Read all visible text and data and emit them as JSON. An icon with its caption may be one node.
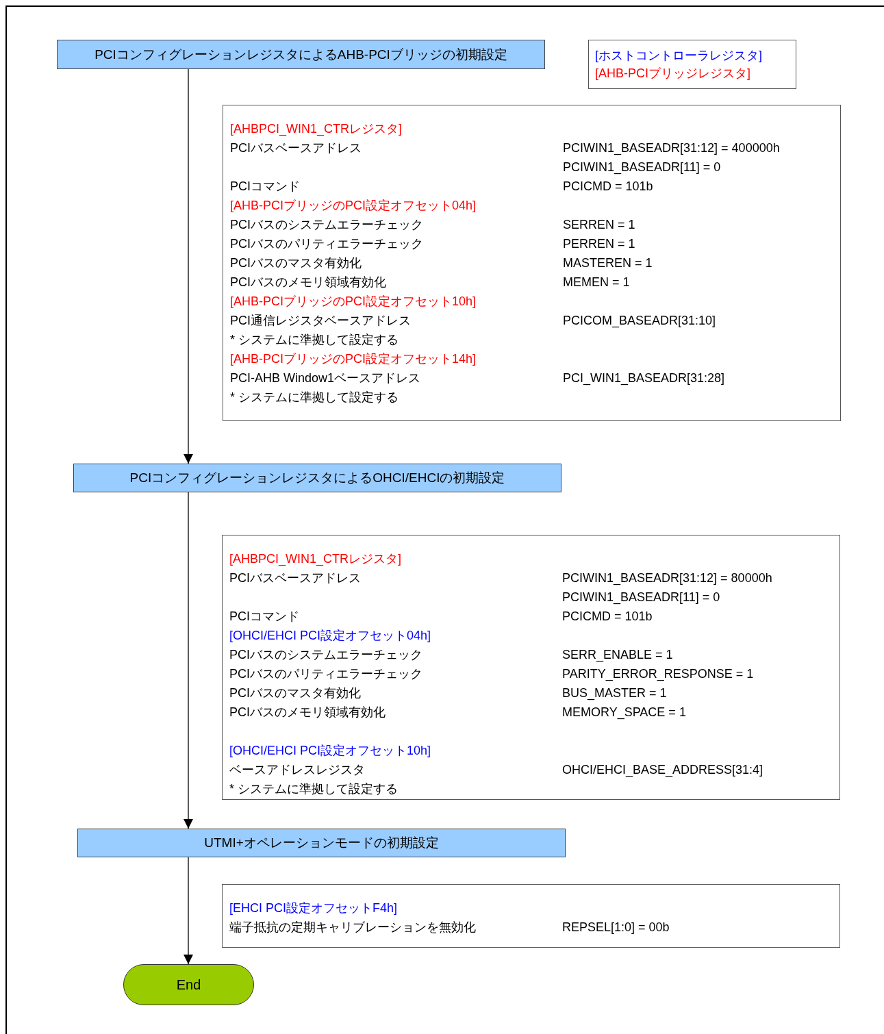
{
  "diagram": {
    "nodes": [
      {
        "text": [
          "PCIコンフィグレーションレジスタによるAHB-PCIブリッジの初期設定"
        ]
      },
      {
        "text": [
          "[AHBPCI_WIN1_CTRレジスタ]",
          "PCIバスベースアドレス",
          "PCIWIN1_BASEADR[31:12] = 400000h",
          "PCIWIN1_BASEADR[11] = 0",
          "PCIコマンド",
          "PCICMD = 101b",
          "[AHB-PCIブリッジのPCI設定オフセット04h]",
          "PCIバスのシステムエラーチェック",
          "SERREN = 1",
          "PCIバスのパリティエラーチェック",
          "PERREN = 1",
          "PCIバスのマスタ有効化",
          "MASTEREN = 1",
          "PCIバスのメモリ領域有効化",
          "MEMEN = 1",
          "[AHB-PCIブリッジのPCI設定オフセット10h]",
          "PCI通信レジスタベースアドレス",
          "PCICOM_BASEADR[31:10]",
          "* システムに準拠して設定する",
          "[AHB-PCIブリッジのPCI設定オフセット14h]",
          "PCI-AHB Window1ベースアドレス",
          "PCI_WIN1_BASEADR[31:28]",
          "* システムに準拠して設定する"
        ]
      },
      {
        "text": [
          "PCIコンフィグレーションレジスタによるOHCI/EHCIの初期設定"
        ]
      },
      {
        "text": [
          "[AHBPCI_WIN1_CTRレジスタ]",
          "PCIバスベースアドレス",
          "PCIWIN1_BASEADR[31:12] = 80000h",
          "PCIWIN1_BASEADR[11] = 0",
          "PCIコマンド",
          "PCICMD = 101b",
          "[OHCI/EHCI PCI設定オフセット04h]",
          "PCIバスのシステムエラーチェック",
          "SERR_ENABLE = 1",
          "PCIバスのパリティエラーチェック",
          "PARITY_ERROR_RESPONSE = 1",
          "PCIバスのマスタ有効化",
          "BUS_MASTER = 1",
          "PCIバスのメモリ領域有効化",
          "MEMORY_SPACE = 1",
          "[OHCI/EHCI PCI設定オフセット10h]",
          "ベースアドレスレジスタ",
          "OHCI/EHCI_BASE_ADDRESS[31:4]",
          "* システムに準拠して設定する"
        ]
      },
      {
        "text": [
          "UTMI+オペレーションモードの初期設定"
        ]
      },
      {
        "text": [
          "[EHCI PCI設定オフセットF4h]",
          "端子抵抗の定期キャリブレーションを無効化",
          "REPSEL[1:0] = 00b"
        ]
      },
      {
        "text": [
          "End"
        ]
      }
    ],
    "edges": [
      {
        "from": 0,
        "to": 2,
        "arrow": "to"
      },
      {
        "from": 2,
        "to": 4,
        "arrow": "to"
      },
      {
        "from": 4,
        "to": 6,
        "arrow": "to"
      }
    ],
    "legend": [
      {
        "text": "[ホストコントローラレジスタ]",
        "color": "#0000ff"
      },
      {
        "text": "[AHB-PCIブリッジレジスタ]",
        "color": "#ff0000"
      }
    ]
  }
}
